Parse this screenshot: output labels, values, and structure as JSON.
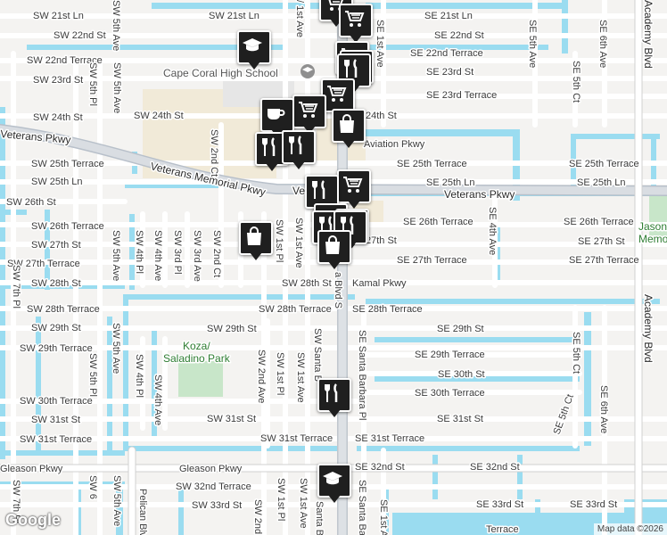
{
  "streets": {
    "sw21": "SW 21st Ln",
    "se21": "SE 21st Ln",
    "sw22": "SW 22nd St",
    "se22": "SE 22nd St",
    "sw22t": "SW 22nd Terrace",
    "se22t": "SE 22nd Terrace",
    "sw23": "SW 23rd St",
    "se23": "SE 23rd St",
    "se23t": "SE 23rd Terrace",
    "sw24": "SW 24th St",
    "sw24b": "SW 24th St",
    "se24": "24th St",
    "aviation": "Aviation Pkwy",
    "sw25t": "SW 25th Terrace",
    "se25t": "SE 25th Terrace",
    "se25t2": "SE 25th Terrace",
    "sw25l": "SW 25th Ln",
    "se25l": "SE 25th Ln",
    "se25l2": "SE 25th Ln",
    "veterans_memorial": "Veterans Memorial Pkwy",
    "veterans_left": "Veterans Pkwy",
    "veterans_right": "Veterans Pkwy",
    "ve_partial": "Ve",
    "sw26": "SW 26th St",
    "sw26t": "SW 26th Terrace",
    "se26t": "SE 26th Terrace",
    "se26t2": "SE 26th Terrace",
    "sw27": "SW 27th St",
    "se27": "27th St",
    "se27b": "SE 27th St",
    "sw27t": "SW 27th Terrace",
    "se27t": "SE 27th Terrace",
    "se27t2": "SE 27th Terrace",
    "sw28": "SW 28th St",
    "kamal": "Kamal Pkwy",
    "sw28t": "SW 28th Terrace",
    "sw28t2": "SW 28th Terrace",
    "se28t": "SE 28th Terrace",
    "sw29": "SW 29th St",
    "sw29b": "SW 29th St",
    "se29": "SE 29th St",
    "sw29t": "SW 29th Terrace",
    "se29t": "SE 29th Terrace",
    "se30": "SE 30th St",
    "sw30t": "SW 30th Terrace",
    "se30t": "SE 30th Terrace",
    "sw31": "SW 31st St",
    "sw31b": "SW 31st St",
    "se31": "SE 31st St",
    "sw31t": "SW 31st Terrace",
    "sw31t2": "SW 31st Terrace",
    "se31t": "SE 31st Terrace",
    "gleason": "Gleason Pkwy",
    "sw32t": "SW 32nd Terrace",
    "se32": "SE 32nd St",
    "se32b": "SE 32nd St",
    "sw33": "SW 33rd St",
    "se33": "SE 33rd St",
    "se33b": "SE 33rd St",
    "terrace_partial": "Terrace",
    "sw1ave": "SW 1st Ave",
    "sw1ave_top": "/ 1st Ave",
    "sw1ave_low": "SW 1st Ave",
    "sw1ave_bot": "SW 1st Ave",
    "sw1pl": "SW 1st Pl",
    "sw1pl_low": "SW 1st Pl",
    "sw1pl_bot": "SW 1st Pl",
    "sw2ave": "SW 2nd Ave",
    "sw2ave_bot": "SW 2nd Av",
    "sw2ct": "SW 2nd Ct",
    "sw2ct_top": "SW 2nd Ct",
    "sw3pl": "SW 3rd Pl",
    "sw3ave": "SW 3rd Ave",
    "sw4ave": "SW 4th Ave",
    "sw4ave_low": "SW 4th Ave",
    "sw4pl": "SW 4th Pl",
    "sw4pl_low": "SW 4th Pl",
    "sw5ave": "SW 5th Ave",
    "sw5ave_low": "SW 5th Ave",
    "sw5ave_bot": "SW 5th Ave",
    "sw5pl": "SW 5th Pl",
    "sw5pl_low": "SW 5th Pl",
    "sw6": "SW 6",
    "sw7pl": "SW 7th Pl",
    "sw7pl_bot": "SW 7th Pl",
    "se1ave": "SE 1st Ave",
    "se1ave_bot": "SE 1st A",
    "se4ave": "SE 4th Ave",
    "se5ave": "SE 5th Ave",
    "se5ct": "SE 5th Ct",
    "se5ct_low": "SE 5th Ct",
    "se5ct_bot": "SE 5th Ct",
    "se6ave": "SE 6th Ave",
    "se6ave_low": "SE 6th Ave",
    "academy_top": "Academy Blvd",
    "academy_low": "Academy Blvd",
    "santa_barbara_blvd": "a Blvd S",
    "santa_barbara_mid": "SW Santa B",
    "santa_barbara_bot": "Santa Barba",
    "se_santa_barbara_pl": "SE Santa Barbara Pl",
    "se_santa_barbara_pl_bot": "SE Santa Barbara",
    "pelican": "Pelican Blvd",
    "s_partial": "S"
  },
  "places": {
    "high_school": "Cape Coral High School",
    "park_line1": "Koza/",
    "park_line2": "Saladino Park",
    "jason_line1": "Jason",
    "jason_line2": "Memo"
  },
  "attribution": {
    "logo": "Google",
    "data": "Map data ©2026"
  },
  "markers": [
    {
      "icon": "shopping-cart"
    },
    {
      "icon": "shopping-cart"
    },
    {
      "icon": "school"
    },
    {
      "icon": "shopping-cart"
    },
    {
      "icon": "restaurant"
    },
    {
      "icon": "restaurant"
    },
    {
      "icon": "shopping-cart"
    },
    {
      "icon": "shopping-cart"
    },
    {
      "icon": "cafe"
    },
    {
      "icon": "shopping-bag"
    },
    {
      "icon": "restaurant"
    },
    {
      "icon": "restaurant"
    },
    {
      "icon": "shopping-cart"
    },
    {
      "icon": "restaurant"
    },
    {
      "icon": "shopping-cart"
    },
    {
      "icon": "restaurant"
    },
    {
      "icon": "restaurant"
    },
    {
      "icon": "restaurant"
    },
    {
      "icon": "shopping-bag"
    },
    {
      "icon": "shopping-bag"
    },
    {
      "icon": "restaurant"
    },
    {
      "icon": "school"
    }
  ],
  "colors": {
    "water": "#9adcf0",
    "land": "#f5f3f0",
    "road": "#ffffff",
    "road_outline": "#d4d4d4",
    "highway": "#c9cfd6",
    "park": "#c8e6c9",
    "marker": "#1f1f1f"
  }
}
